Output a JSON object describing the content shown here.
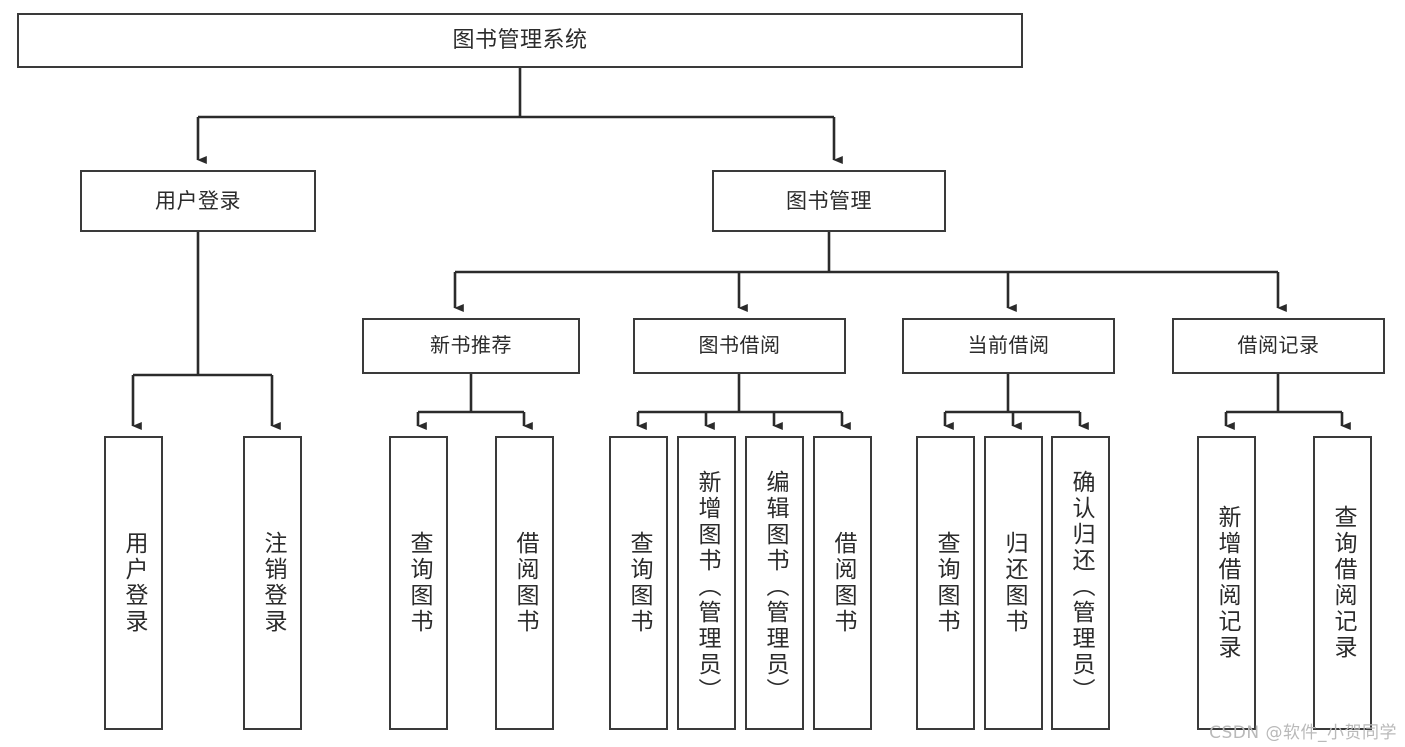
{
  "diagram": {
    "title": "图书管理系统",
    "type": "tree-hierarchy-chart",
    "colors": {
      "box_border": "#3a3a3a",
      "box_fill": "#ffffff",
      "connector": "#2b2b2b",
      "text": "#2b2b2b",
      "watermark": "#b9b9b9"
    }
  },
  "root": {
    "label": "图书管理系统"
  },
  "level2": {
    "user_login": {
      "label": "用户登录"
    },
    "book_manage": {
      "label": "图书管理"
    }
  },
  "level3": {
    "new_book_recommend": {
      "label": "新书推荐"
    },
    "book_borrow": {
      "label": "图书借阅"
    },
    "current_borrow": {
      "label": "当前借阅"
    },
    "borrow_record": {
      "label": "借阅记录"
    }
  },
  "leaves": {
    "user_login_children": [
      {
        "label": "用户登录"
      },
      {
        "label": "注销登录"
      }
    ],
    "new_book_recommend_children": [
      {
        "label": "查询图书"
      },
      {
        "label": "借阅图书"
      }
    ],
    "book_borrow_children": [
      {
        "label": "查询图书"
      },
      {
        "label": "新增图书（管理员）"
      },
      {
        "label": "编辑图书（管理员）"
      },
      {
        "label": "借阅图书"
      }
    ],
    "current_borrow_children": [
      {
        "label": "查询图书"
      },
      {
        "label": "归还图书"
      },
      {
        "label": "确认归还（管理员）"
      }
    ],
    "borrow_record_children": [
      {
        "label": "新增借阅记录"
      },
      {
        "label": "查询借阅记录"
      }
    ]
  },
  "watermark": {
    "text": "CSDN @软件_小贺同学"
  }
}
